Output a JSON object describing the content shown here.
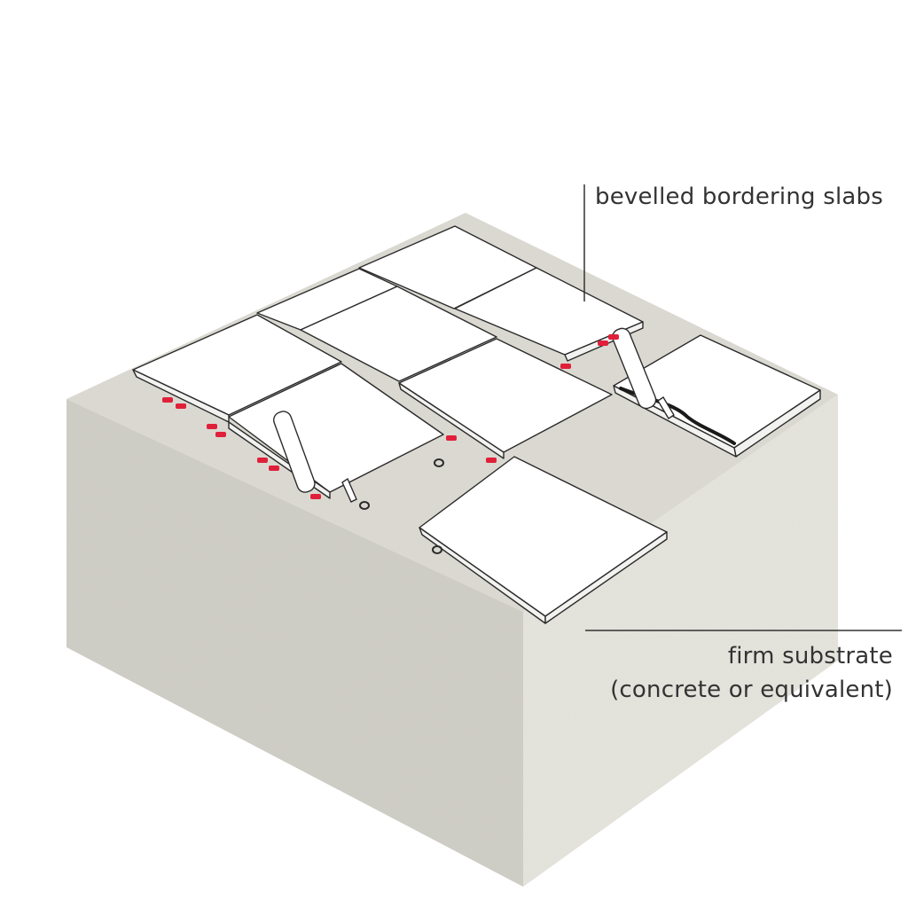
{
  "labels": {
    "slabs": "bevelled bordering slabs",
    "substrate_line1": "firm substrate",
    "substrate_line2": "(concrete or equivalent)"
  },
  "colors": {
    "concrete_top": "#dcdbd3",
    "concrete_left": "#cfcec6",
    "concrete_front": "#e4e3dc",
    "slab_fill": "#ffffff",
    "slab_edge": "#f2f2f0",
    "outline": "#2b2b2b",
    "connector": "#e0203a",
    "leader_line": "#333333",
    "sealant": "#1a1a1a"
  }
}
